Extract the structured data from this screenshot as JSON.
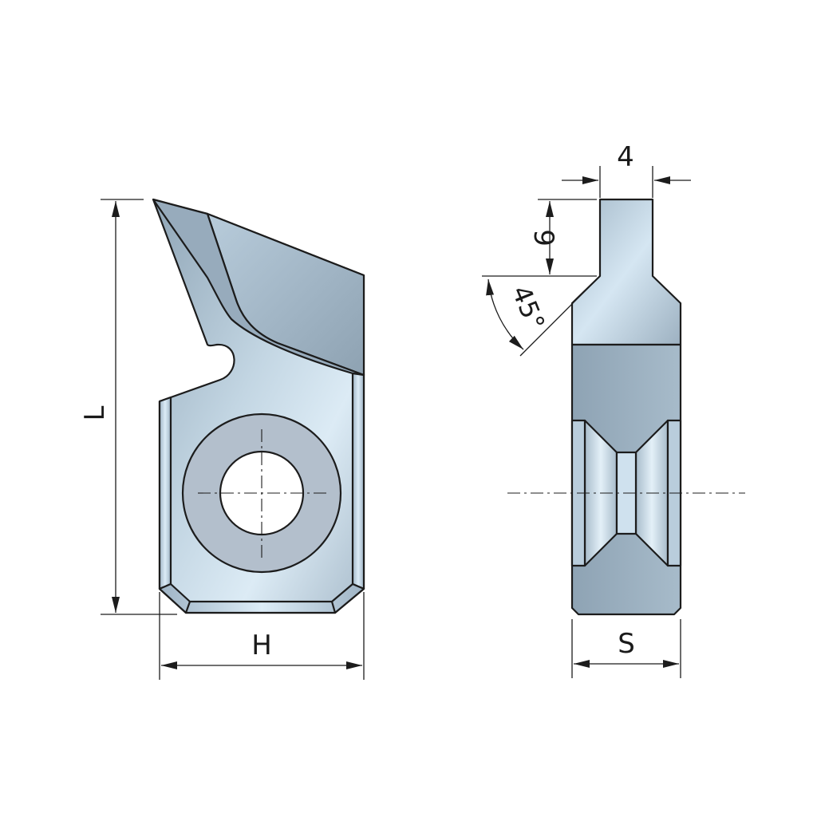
{
  "dimensions": {
    "length": "L",
    "height": "H",
    "thickness": "S",
    "tip_width": "4",
    "tip_depth": "9",
    "chamfer_angle": "45°"
  }
}
